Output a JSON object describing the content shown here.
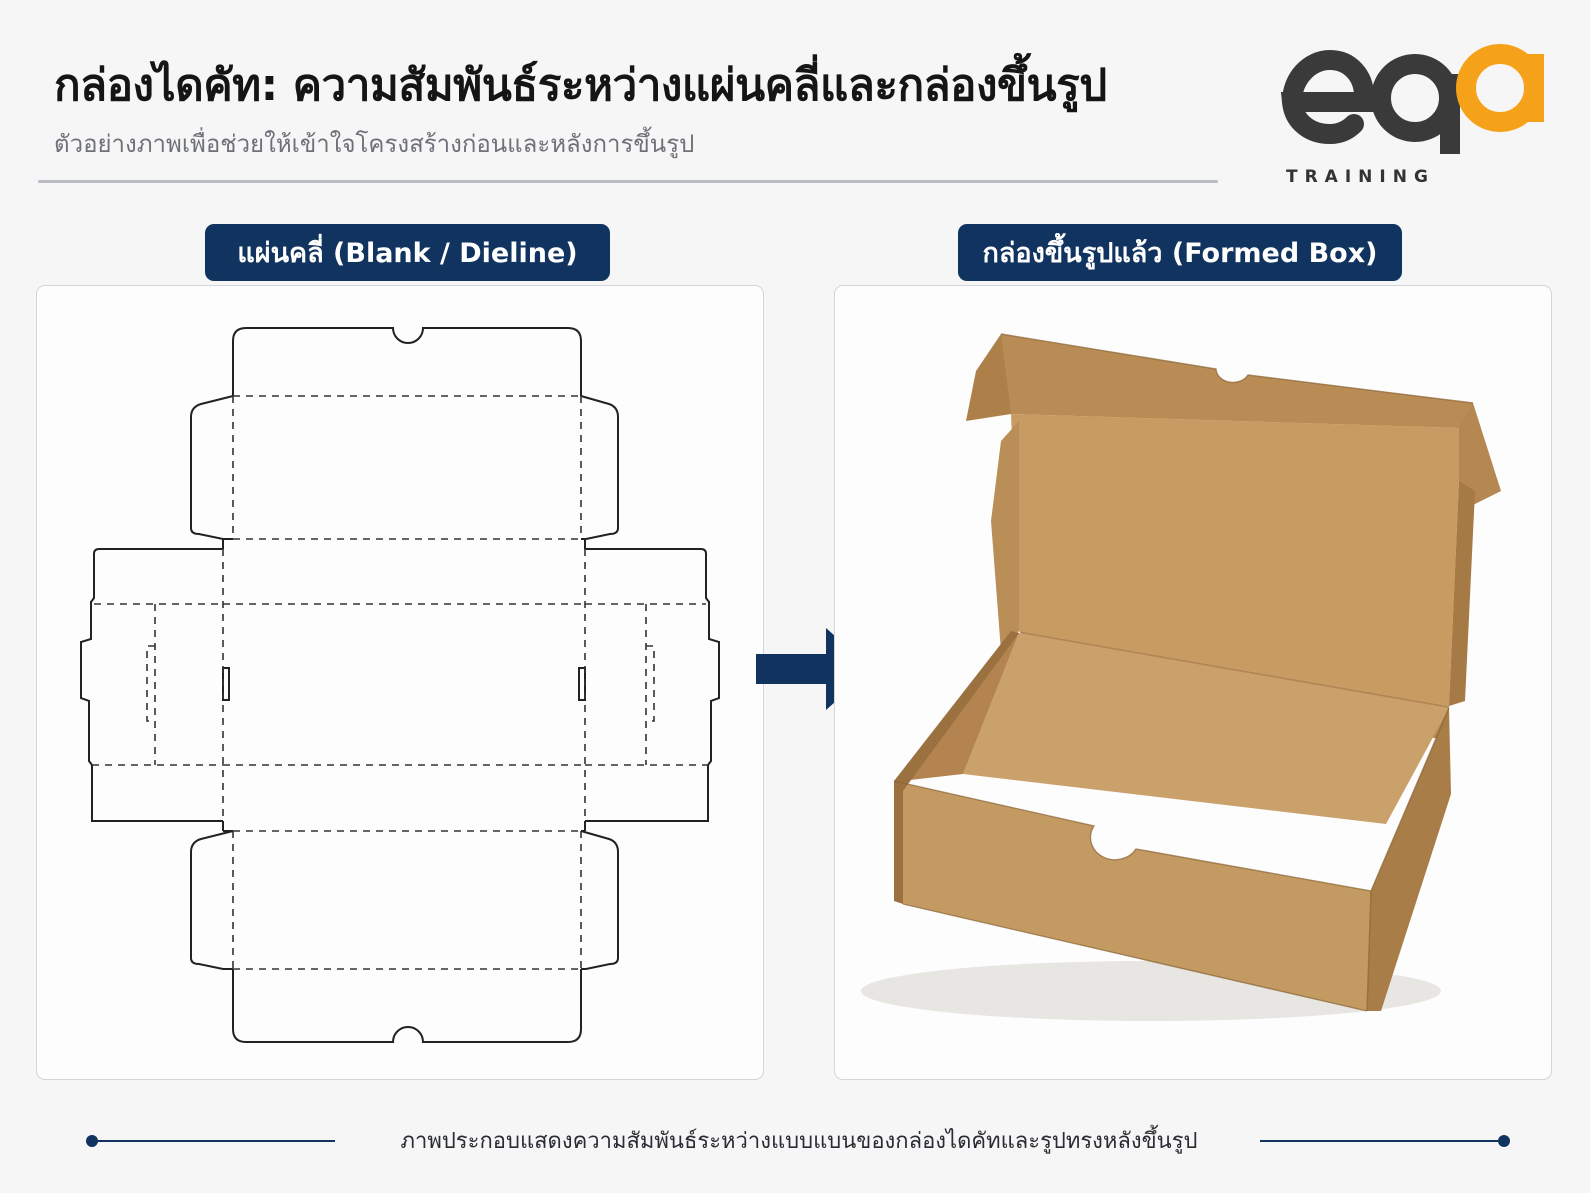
{
  "header": {
    "title": "กล่องไดคัท: ความสัมพันธ์ระหว่างแผ่นคลี่และกล่องขึ้นรูป",
    "subtitle": "ตัวอย่างภาพเพื่อช่วยให้เข้าใจโครงสร้างก่อนและหลังการขึ้นรูป"
  },
  "logo": {
    "word": "TRAINING",
    "lettering": "eqa",
    "colors": {
      "dark": "#3a3a3a",
      "accent": "#f5a11a"
    }
  },
  "panels": {
    "left_label": "แผ่นคลี่ (Blank / Dieline)",
    "right_label": "กล่องขึ้นรูปแล้ว (Formed Box)"
  },
  "footer": {
    "caption": "ภาพประกอบแสดงความสัมพันธ์ระหว่างแบบแบนของกล่องไดคัทและรูปทรงหลังขึ้นรูป"
  },
  "colors": {
    "navy": "#11335f",
    "cardboard": "#c49a63",
    "cardboard_dark": "#a87d47",
    "line": "#222222"
  },
  "icons": [
    "arrow-right-icon",
    "eqa-logo"
  ]
}
